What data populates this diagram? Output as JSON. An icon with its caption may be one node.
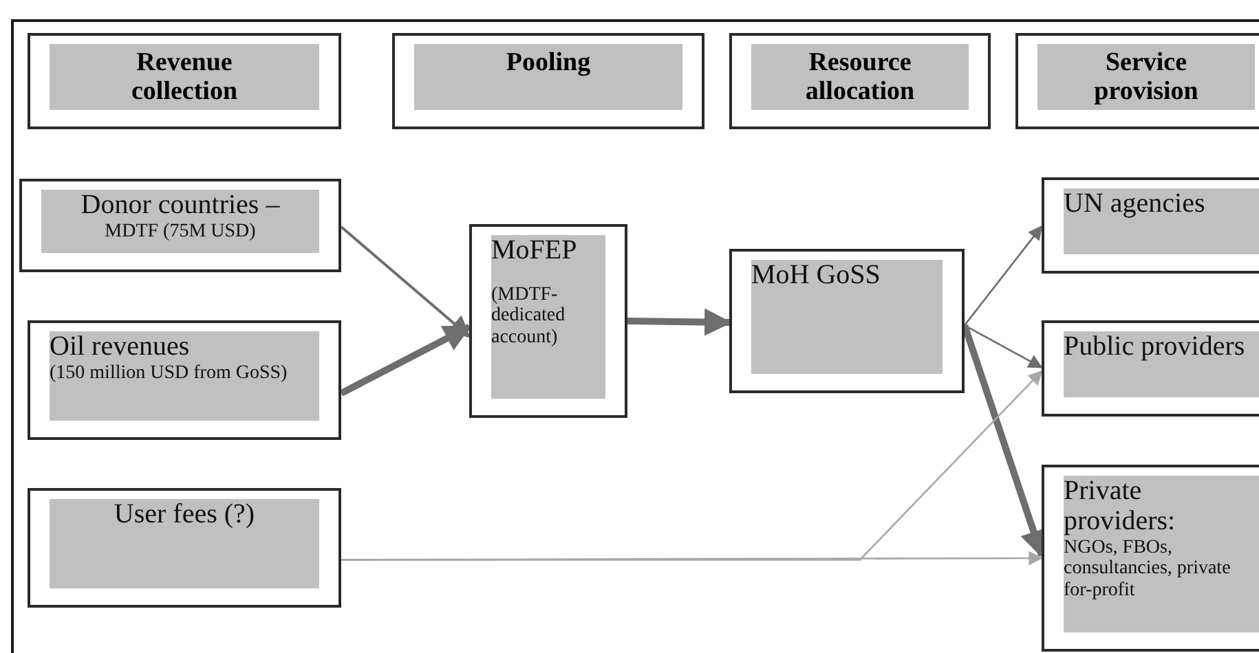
{
  "diagram": {
    "nodes": [
      {
        "text": [
          "Revenue collection"
        ]
      },
      {
        "text": [
          "Pooling"
        ]
      },
      {
        "text": [
          "Resource allocation"
        ]
      },
      {
        "text": [
          "Service provision"
        ]
      },
      {
        "text": [
          "Donor countries –",
          "MDTF (75M USD)"
        ]
      },
      {
        "text": [
          "Oil revenues",
          "(150 million USD from GoSS)"
        ]
      },
      {
        "text": [
          "User fees (?)"
        ]
      },
      {
        "text": [
          "MoFEP",
          "(MDTF-dedicated account)"
        ]
      },
      {
        "text": [
          "MoH GoSS"
        ]
      },
      {
        "text": [
          "UN agencies"
        ]
      },
      {
        "text": [
          "Public providers"
        ]
      },
      {
        "text": [
          "Private providers:",
          "NGOs, FBOs, consultancies, private for-profit"
        ]
      }
    ],
    "edges": [
      {
        "from": 4,
        "to": 7,
        "arrow": "to"
      },
      {
        "from": 5,
        "to": 7,
        "arrow": "to",
        "style": "thick"
      },
      {
        "from": 7,
        "to": 8,
        "arrow": "to",
        "style": "thick"
      },
      {
        "from": 8,
        "to": 9,
        "arrow": "to"
      },
      {
        "from": 8,
        "to": 10,
        "arrow": "to"
      },
      {
        "from": 8,
        "to": 11,
        "arrow": "to",
        "style": "thick"
      },
      {
        "from": 6,
        "to": 11,
        "arrow": "to",
        "color": "#a8a8a8"
      },
      {
        "from": 6,
        "to": 10,
        "arrow": "to",
        "color": "#a8a8a8"
      }
    ]
  }
}
